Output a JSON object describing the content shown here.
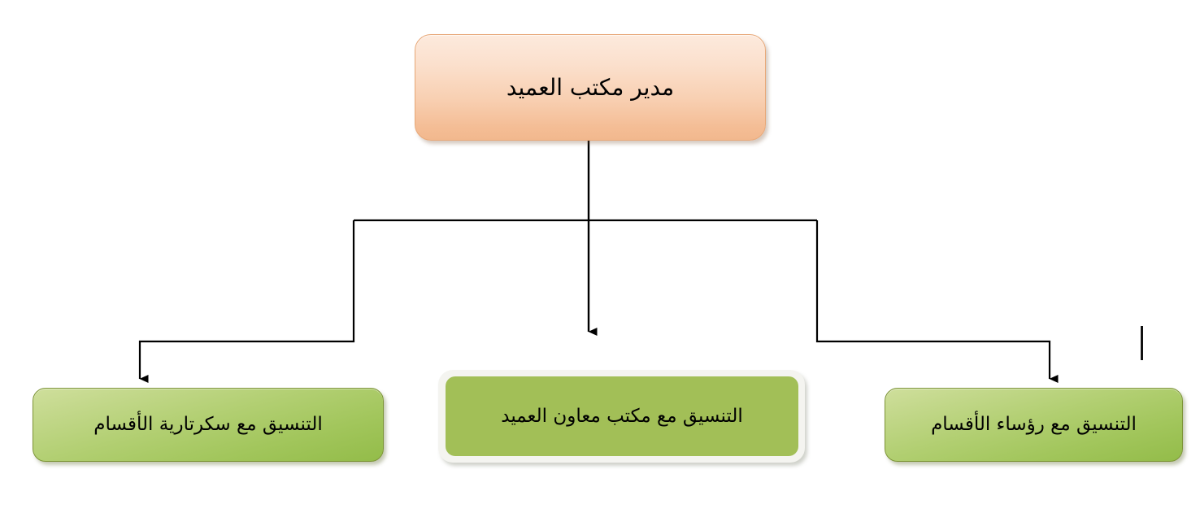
{
  "diagram": {
    "type": "organizational-chart",
    "direction": "rtl",
    "language": "ar",
    "title_node": {
      "id": "root",
      "label": "مدير مكتب العميد",
      "shape": "rounded-rectangle",
      "fill_top": "#fdeadd",
      "fill_bottom": "#f2b88e",
      "border_color": "#e8a878",
      "text_color": "#000000"
    },
    "child_nodes": [
      {
        "id": "left",
        "label": "التنسيق مع سكرتارية الأقسام",
        "shape": "rounded-rectangle",
        "style": "gradient-green",
        "fill_top": "#cfdf9c",
        "fill_bottom": "#93bc49",
        "border_color": "#7d9437",
        "text_color": "#000000"
      },
      {
        "id": "middle",
        "label": "التنسيق مع مكتب معاون العميد",
        "shape": "rounded-rectangle-framed",
        "style": "flat-green-white-frame",
        "fill": "#a2bf57",
        "frame_color": "#f4f4f0",
        "text_color": "#000000"
      },
      {
        "id": "right",
        "label": "التنسيق مع رؤساء الأقسام",
        "shape": "rounded-rectangle",
        "style": "gradient-green",
        "fill_top": "#cfdf9c",
        "fill_bottom": "#93bc49",
        "border_color": "#7d9437",
        "text_color": "#000000"
      }
    ],
    "connectors": {
      "line_color": "#000000",
      "line_width": 2,
      "arrowhead": "solid-triangle",
      "edges": [
        {
          "from": "root",
          "to": "left",
          "routing": "elbow"
        },
        {
          "from": "root",
          "to": "middle",
          "routing": "straight"
        },
        {
          "from": "root",
          "to": "right",
          "routing": "elbow"
        }
      ]
    },
    "artifacts": [
      {
        "name": "text-caret-tick",
        "color": "#111111"
      }
    ],
    "background_color": "#ffffff"
  }
}
